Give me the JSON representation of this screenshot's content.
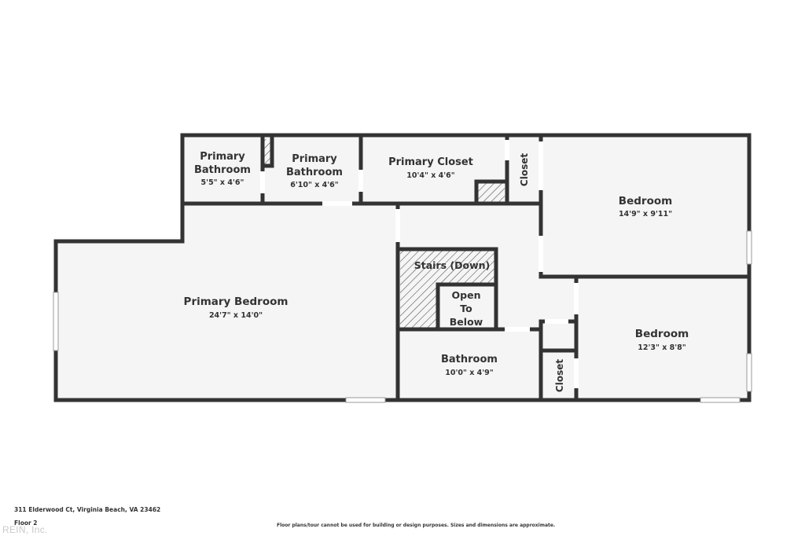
{
  "colors": {
    "wall": "#333333",
    "floor": "#f5f5f5",
    "text": "#333333",
    "hatch": "#333333"
  },
  "rooms": {
    "primary_bath_1": {
      "name_line1": "Primary",
      "name_line2": "Bathroom",
      "dims": "5'5\" x 4'6\""
    },
    "primary_bath_2": {
      "name_line1": "Primary",
      "name_line2": "Bathroom",
      "dims": "6'10\" x 4'6\""
    },
    "primary_closet": {
      "name": "Primary Closet",
      "dims": "10'4\" x 4'6\""
    },
    "closet_top": {
      "name": "Closet"
    },
    "bedroom_1": {
      "name": "Bedroom",
      "dims": "14'9\" x 9'11\""
    },
    "primary_bedroom": {
      "name": "Primary Bedroom",
      "dims": "24'7\" x 14'0\""
    },
    "stairs": {
      "name": "Stairs (Down)"
    },
    "open_below": {
      "line1": "Open",
      "line2": "To",
      "line3": "Below"
    },
    "bedroom_2": {
      "name": "Bedroom",
      "dims": "12'3\" x 8'8\""
    },
    "bathroom": {
      "name": "Bathroom",
      "dims": "10'0\" x 4'9\""
    },
    "closet_bottom": {
      "name": "Closet"
    }
  },
  "footer": {
    "address": "311 Elderwood Ct, Virginia Beach, VA 23462",
    "floor": "Floor 2",
    "disclaimer": "Floor plans/tour cannot be used for building or design purposes. Sizes and dimensions are approximate.",
    "watermark": "REIN, Inc."
  }
}
